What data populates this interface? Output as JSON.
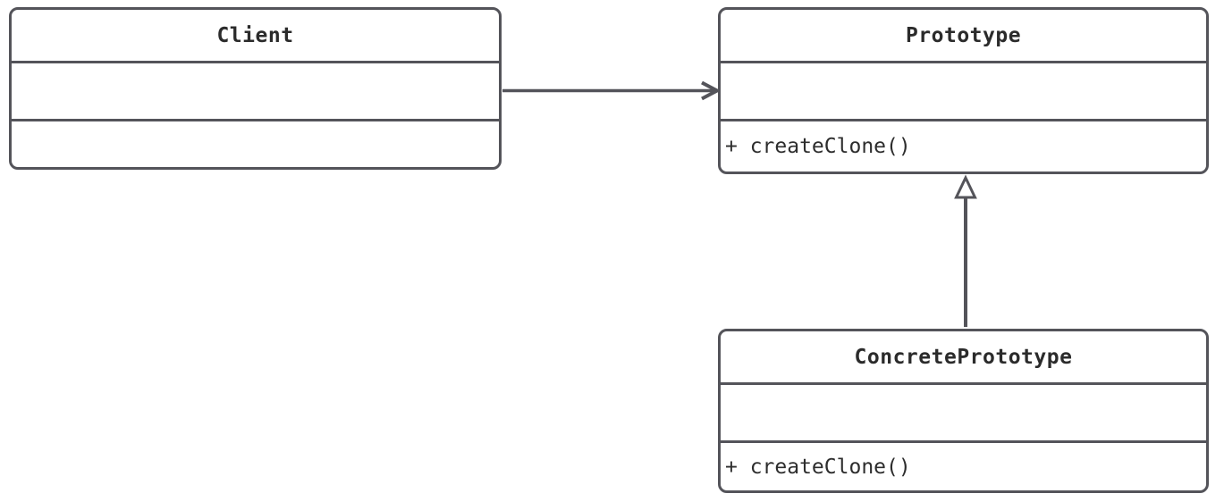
{
  "diagram": {
    "kind": "uml-class-diagram",
    "colors": {
      "line": "#54545a",
      "text": "#2d2d2d",
      "box_fill": "#ffffff",
      "page_background": "#ffffff"
    },
    "classes": [
      {
        "name": "Client",
        "attributes_text": "",
        "methods_text": ""
      },
      {
        "name": "Prototype",
        "attributes_text": "",
        "methods_text": "+ createClone()"
      },
      {
        "name": "ConcretePrototype",
        "attributes_text": "",
        "methods_text": "+ createClone()"
      }
    ],
    "relations": [
      {
        "type": "association",
        "from": "Client",
        "to": "Prototype",
        "arrowhead": "open"
      },
      {
        "type": "generalization",
        "from": "ConcretePrototype",
        "to": "Prototype",
        "arrowhead": "hollow-triangle"
      }
    ]
  }
}
